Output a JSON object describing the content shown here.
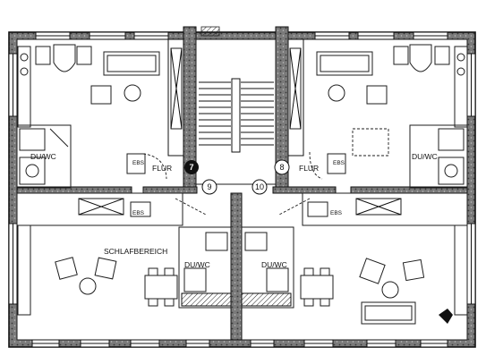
{
  "labels": {
    "du_wc": "DU/WC",
    "flur": "FLUR",
    "ebs": "EBS",
    "schlafbereich": "SCHLAFBEREICH"
  },
  "units": {
    "unit_7": "7",
    "unit_8": "8",
    "unit_9": "9",
    "unit_10": "10"
  }
}
